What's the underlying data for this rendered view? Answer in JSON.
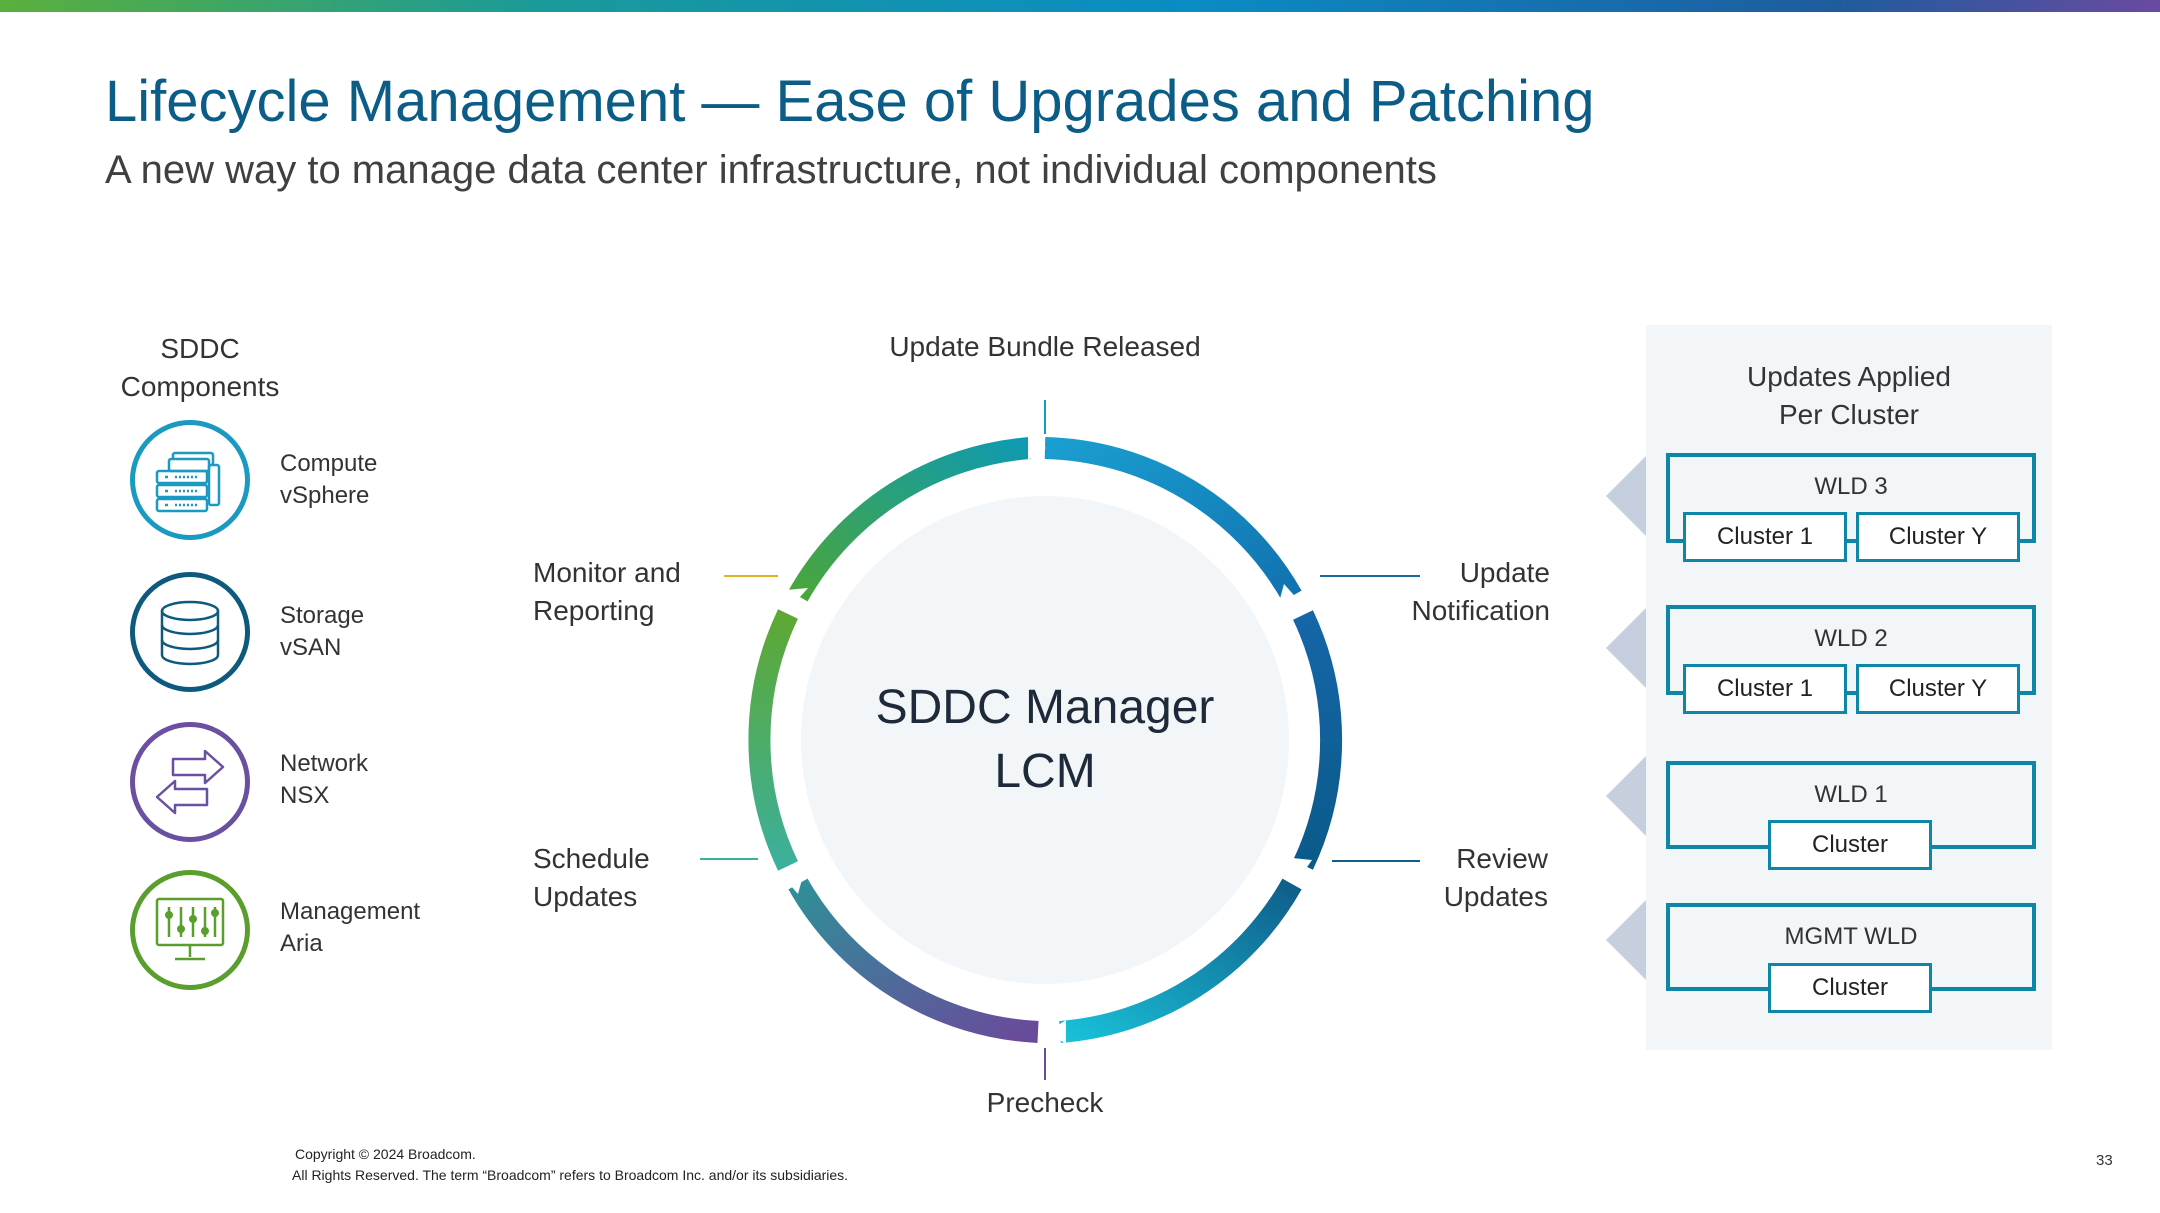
{
  "header": {
    "title": "Lifecycle Management — Ease of Upgrades and Patching",
    "subtitle": "A new way to manage data center infrastructure, not individual components"
  },
  "components": {
    "heading_line1": "SDDC",
    "heading_line2": "Components",
    "items": [
      {
        "line1": "Compute",
        "line2": "vSphere",
        "icon": "server-rack-icon",
        "color": "#1a9ac0"
      },
      {
        "line1": "Storage",
        "line2": "vSAN",
        "icon": "database-icon",
        "color": "#0d5a7e"
      },
      {
        "line1": "Network",
        "line2": "NSX",
        "icon": "exchange-arrows-icon",
        "color": "#6b4fa0"
      },
      {
        "line1": "Management",
        "line2": "Aria",
        "icon": "monitor-sliders-icon",
        "color": "#5a9e2e"
      }
    ]
  },
  "cycle": {
    "center_line1": "SDDC Manager",
    "center_line2": "LCM",
    "stages": {
      "top": "Update Bundle Released",
      "update_notification_1": "Update",
      "update_notification_2": "Notification",
      "review_1": "Review",
      "review_2": "Updates",
      "bottom": "Precheck",
      "schedule_1": "Schedule",
      "schedule_2": "Updates",
      "monitor_1": "Monitor and",
      "monitor_2": "Reporting"
    }
  },
  "clusters_panel": {
    "heading_line1": "Updates Applied",
    "heading_line2": "Per Cluster",
    "wlds": [
      {
        "name": "WLD 3",
        "clusters": [
          "Cluster 1",
          "Cluster Y"
        ]
      },
      {
        "name": "WLD 2",
        "clusters": [
          "Cluster 1",
          "Cluster Y"
        ]
      },
      {
        "name": "WLD 1",
        "clusters": [
          "Cluster"
        ]
      },
      {
        "name": "MGMT WLD",
        "clusters": [
          "Cluster"
        ]
      }
    ]
  },
  "footer": {
    "copyright": "Copyright © 2024 Broadcom.",
    "rights": "All Rights Reserved. The term “Broadcom” refers to Broadcom Inc. and/or its subsidiaries.",
    "page_number": "33"
  }
}
